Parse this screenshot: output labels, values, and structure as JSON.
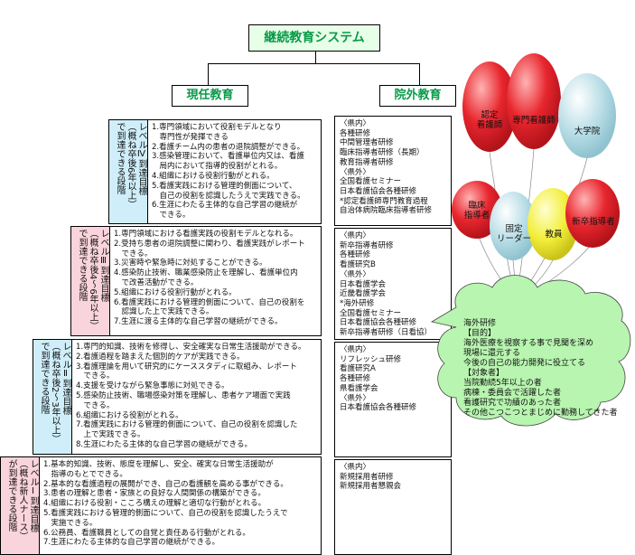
{
  "title": "継続教育システム",
  "left_header": "現任教育",
  "right_header": "院外教育",
  "levels": [
    {
      "tag_lines": [
        "レベルⅣ到達目標",
        "（概ね卒後6年以上）",
        "で到達できる段階"
      ],
      "items": [
        "1.専門領域において役割モデルとなり",
        "　専門性が発揮できる",
        "2.看護チーム内の患者の退院調整ができる。",
        "3.感染管理において、看護単位内又は、看護",
        "　局内において指導的役割がとれる。",
        "4.組織における役割行動がとれる。",
        "5.看護実践における管理的側面について、",
        "　自己の役割を認識したうえで実践できる。",
        "6.生涯にわたる主体的な自己学習の継続が",
        "　できる。"
      ]
    },
    {
      "tag_lines": [
        "レベルⅢ到達目標",
        "（概ね卒後4〜6年以上）",
        "で到達できる段階"
      ],
      "items": [
        "1.専門領域における看護実践の役割モデルとなれる。",
        "2.受持ち患者の退院調整に関わり、看護実践がレポート",
        "　できる。",
        "3.災害時や緊急時に対処することができる。",
        "4.感染防止技術、職業感染防止を理解し、看護単位内",
        "　で改善活動ができる。",
        "5.組織における役割行動がとれる。",
        "6.看護実践における管理的側面について、自己の役割を",
        "　認識した上で実践できる。",
        "7.生涯に渡る主体的な自己学習の継続ができる。"
      ]
    },
    {
      "tag_lines": [
        "レベルⅡ到達目標",
        "（概ね卒後2〜3年以上）",
        "で到達できる段階"
      ],
      "items": [
        "1.専門的知識、技術を修得し、安全確実な日常生活援助ができる。",
        "2.看護過程を踏まえた個別的ケアが実践できる。",
        "3.看護理論を用いて研究的にケーススタディに取組み、レポート",
        "　できる。",
        "4.支援を受けながら緊急事態に対処できる。",
        "5.感染防止技術、職場感染対策を理解し、患者ケア場面で実践",
        "　できる。",
        "6.組織における役割がとれる。",
        "7.看護実践における管理的側面について、自己の役割を認識した",
        "　上で実践できる。",
        "8.生涯にわたる主体的な自己学習の継続ができる。"
      ]
    },
    {
      "tag_lines": [
        "レベルⅠ到達目標",
        "（概ね新人ナース）",
        "が到達できる段階"
      ],
      "items": [
        "1.基本的知識、技術、態度を理解し、安全、確実な日常生活援助が",
        "　指導のもとでできる。",
        "2.基本的な看護過程の展開ができ、自己の看護観を高める事ができる。",
        "3.患者の理解と患者・家族との良好な人間関係の構築ができる。",
        "4.組織における役割・こころ構えの理解と適切な行動がとれる。",
        "5.看護実践における管理的側面について、自己の役割を認識したうえで",
        "　実施できる。",
        "6.公務員、看護職員としての自覚と責任ある行動がとれる。",
        "7.生涯にわたる主体的な自己学習の継続ができる。"
      ]
    }
  ],
  "external": [
    [
      "〈県内〉",
      "各種研修",
      "中間管理者研修",
      "臨床指導者研修（長期）",
      "教育指導者研修",
      "〈県外〉",
      "全国看護セミナー",
      "日本看護協会各種研修",
      "*認定看護師専門教育過程",
      "自治体病院臨床指導者研修"
    ],
    [
      "〈県内〉",
      "新卒指導者研修",
      "各種研修",
      "看護研究B",
      "〈県外〉",
      "日本看護学会",
      "近畿看護学会",
      "*海外研修",
      "全国看護セミナー",
      "日本看護協会各種研修",
      "新卒指導者研修（日看協）"
    ],
    [
      "〈県内〉",
      "リフレッシュ研修",
      "看護研究A",
      "各種研修",
      "県看護学会",
      "〈県外〉",
      "日本看護協会各種研修"
    ],
    [
      "〈県内〉",
      "新規採用者研修",
      "新規採用者懇親会"
    ]
  ],
  "balloons": [
    {
      "label": "認定\n看護師",
      "color": "#e8262e"
    },
    {
      "label": "専門看護師",
      "color": "#e8262e"
    },
    {
      "label": "大学院",
      "color": "#b8dde6"
    },
    {
      "label": "臨床\n指導者",
      "color": "#e8262e"
    },
    {
      "label": "固定\nリーダー",
      "color": "#b8dde6"
    },
    {
      "label": "教員",
      "color": "#f2ee3a"
    },
    {
      "label": "新卒指導者",
      "color": "#e8262e"
    }
  ],
  "cloud_lines": [
    "海外研修",
    "【目的】",
    "海外医療を視察する事で見聞を深め",
    "現場に還元する",
    "今後の自己の能力開発に役立てる",
    "【対象者】",
    "当院勤続5年以上の者",
    "病棟・委員会で活躍した者",
    "看護研究で功績のあった者",
    "その他こつこつとまじめに勤務してきた者"
  ],
  "colors": {
    "level4_tag": "#cfeefa",
    "level3_tag": "#fad4dc",
    "level2_tag": "#cfeefa",
    "level1_tag": "#fad4dc",
    "cloud": "#b8f5b0",
    "header_green": "#0a9a4a"
  }
}
